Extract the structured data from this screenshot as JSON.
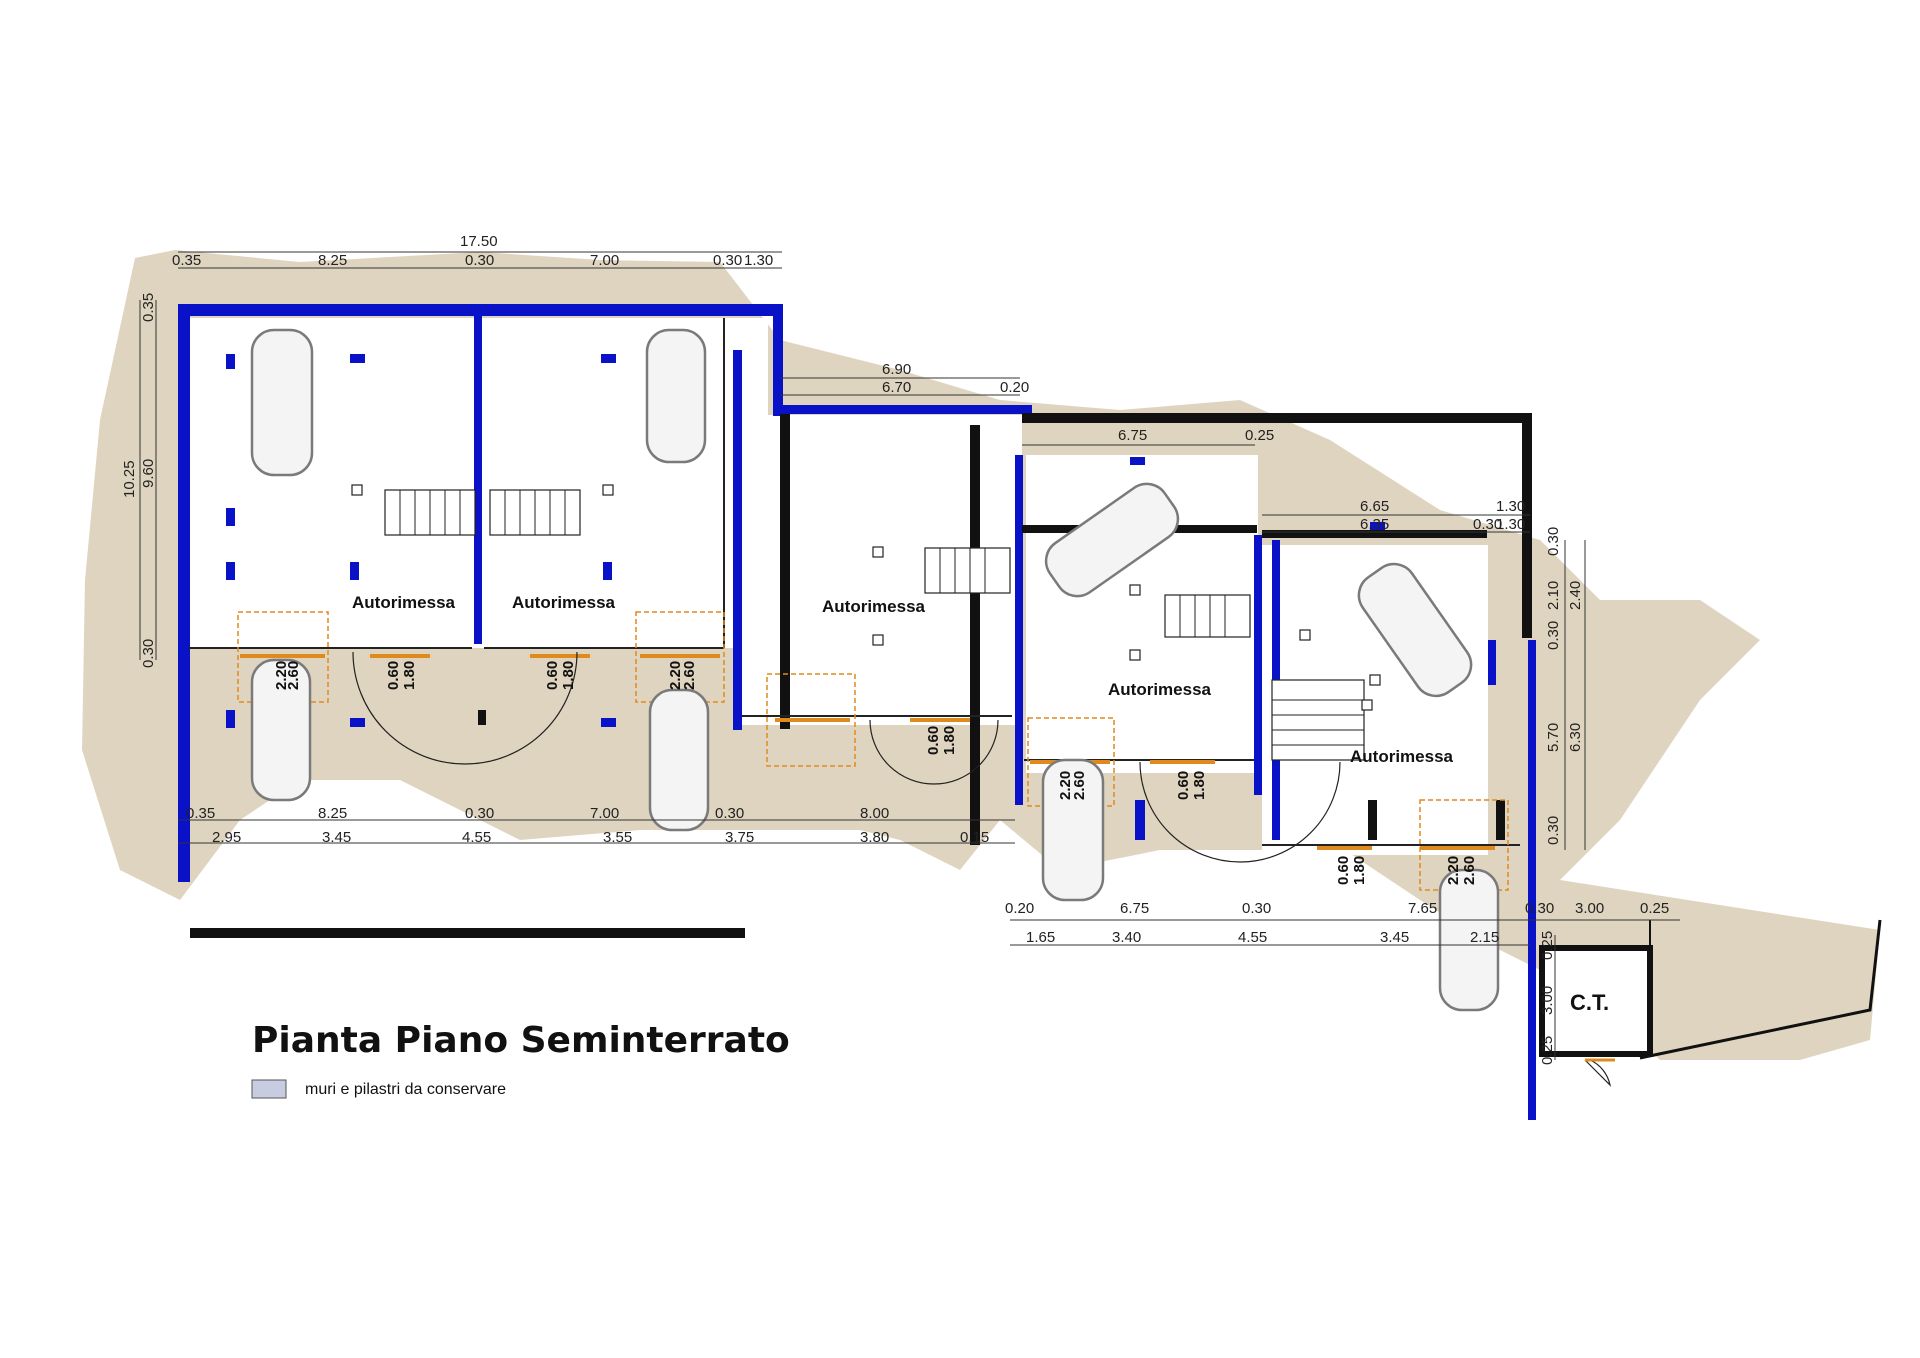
{
  "title": "Pianta Piano Seminterrato",
  "legend": {
    "label": "muri e pilastri da conservare",
    "swatch_color": "#c8cce0"
  },
  "colors": {
    "preserved_wall": "#0a12c8",
    "new_wall": "#111111",
    "terrain": "#d9ccb4",
    "door": "#e08a1e"
  },
  "rooms": [
    "Autorimessa",
    "Autorimessa",
    "Autorimessa",
    "Autorimessa",
    "Autorimessa"
  ],
  "ct_label": "C.T.",
  "dimensions": {
    "top_total": "17.50",
    "top_row": [
      "0.35",
      "8.25",
      "0.30",
      "7.00",
      "0.30",
      "1.30"
    ],
    "left_total": "10.25",
    "left_inner": "9.60",
    "left_top": "0.35",
    "left_bottom": "0.30",
    "mid_row_a": "6.90",
    "mid_row_b": "6.70",
    "mid_row_b2": "0.20",
    "room4_top": "6.75",
    "room4_top_b": "0.25",
    "room5_top_a": "6.65",
    "room5_top_a2": "1.30",
    "room5_top_b": "6.35",
    "room5_top_b2": "0.30",
    "room5_top_b3": "1.30",
    "right_v": [
      "0.30",
      "2.10",
      "0.30",
      "5.70",
      "0.30"
    ],
    "right_total_a": "2.40",
    "right_total_b": "6.30",
    "bottom_row_1": [
      "0.35",
      "8.25",
      "0.30",
      "7.00",
      "0.30",
      "8.00"
    ],
    "bottom_row_2": [
      "2.95",
      "3.45",
      "4.55",
      "3.55",
      "3.75",
      "3.80",
      "0.15"
    ],
    "bottom_row_3": [
      "0.20",
      "6.75",
      "0.30",
      "7.65",
      "0.30",
      "3.00",
      "0.25"
    ],
    "bottom_row_4": [
      "1.65",
      "3.40",
      "4.55",
      "3.45",
      "2.15"
    ],
    "ct_v": [
      "0.25",
      "3.00",
      "0.25"
    ],
    "door_small": [
      "0.60",
      "1.80"
    ],
    "door_large": [
      "2.20",
      "2.60"
    ]
  }
}
